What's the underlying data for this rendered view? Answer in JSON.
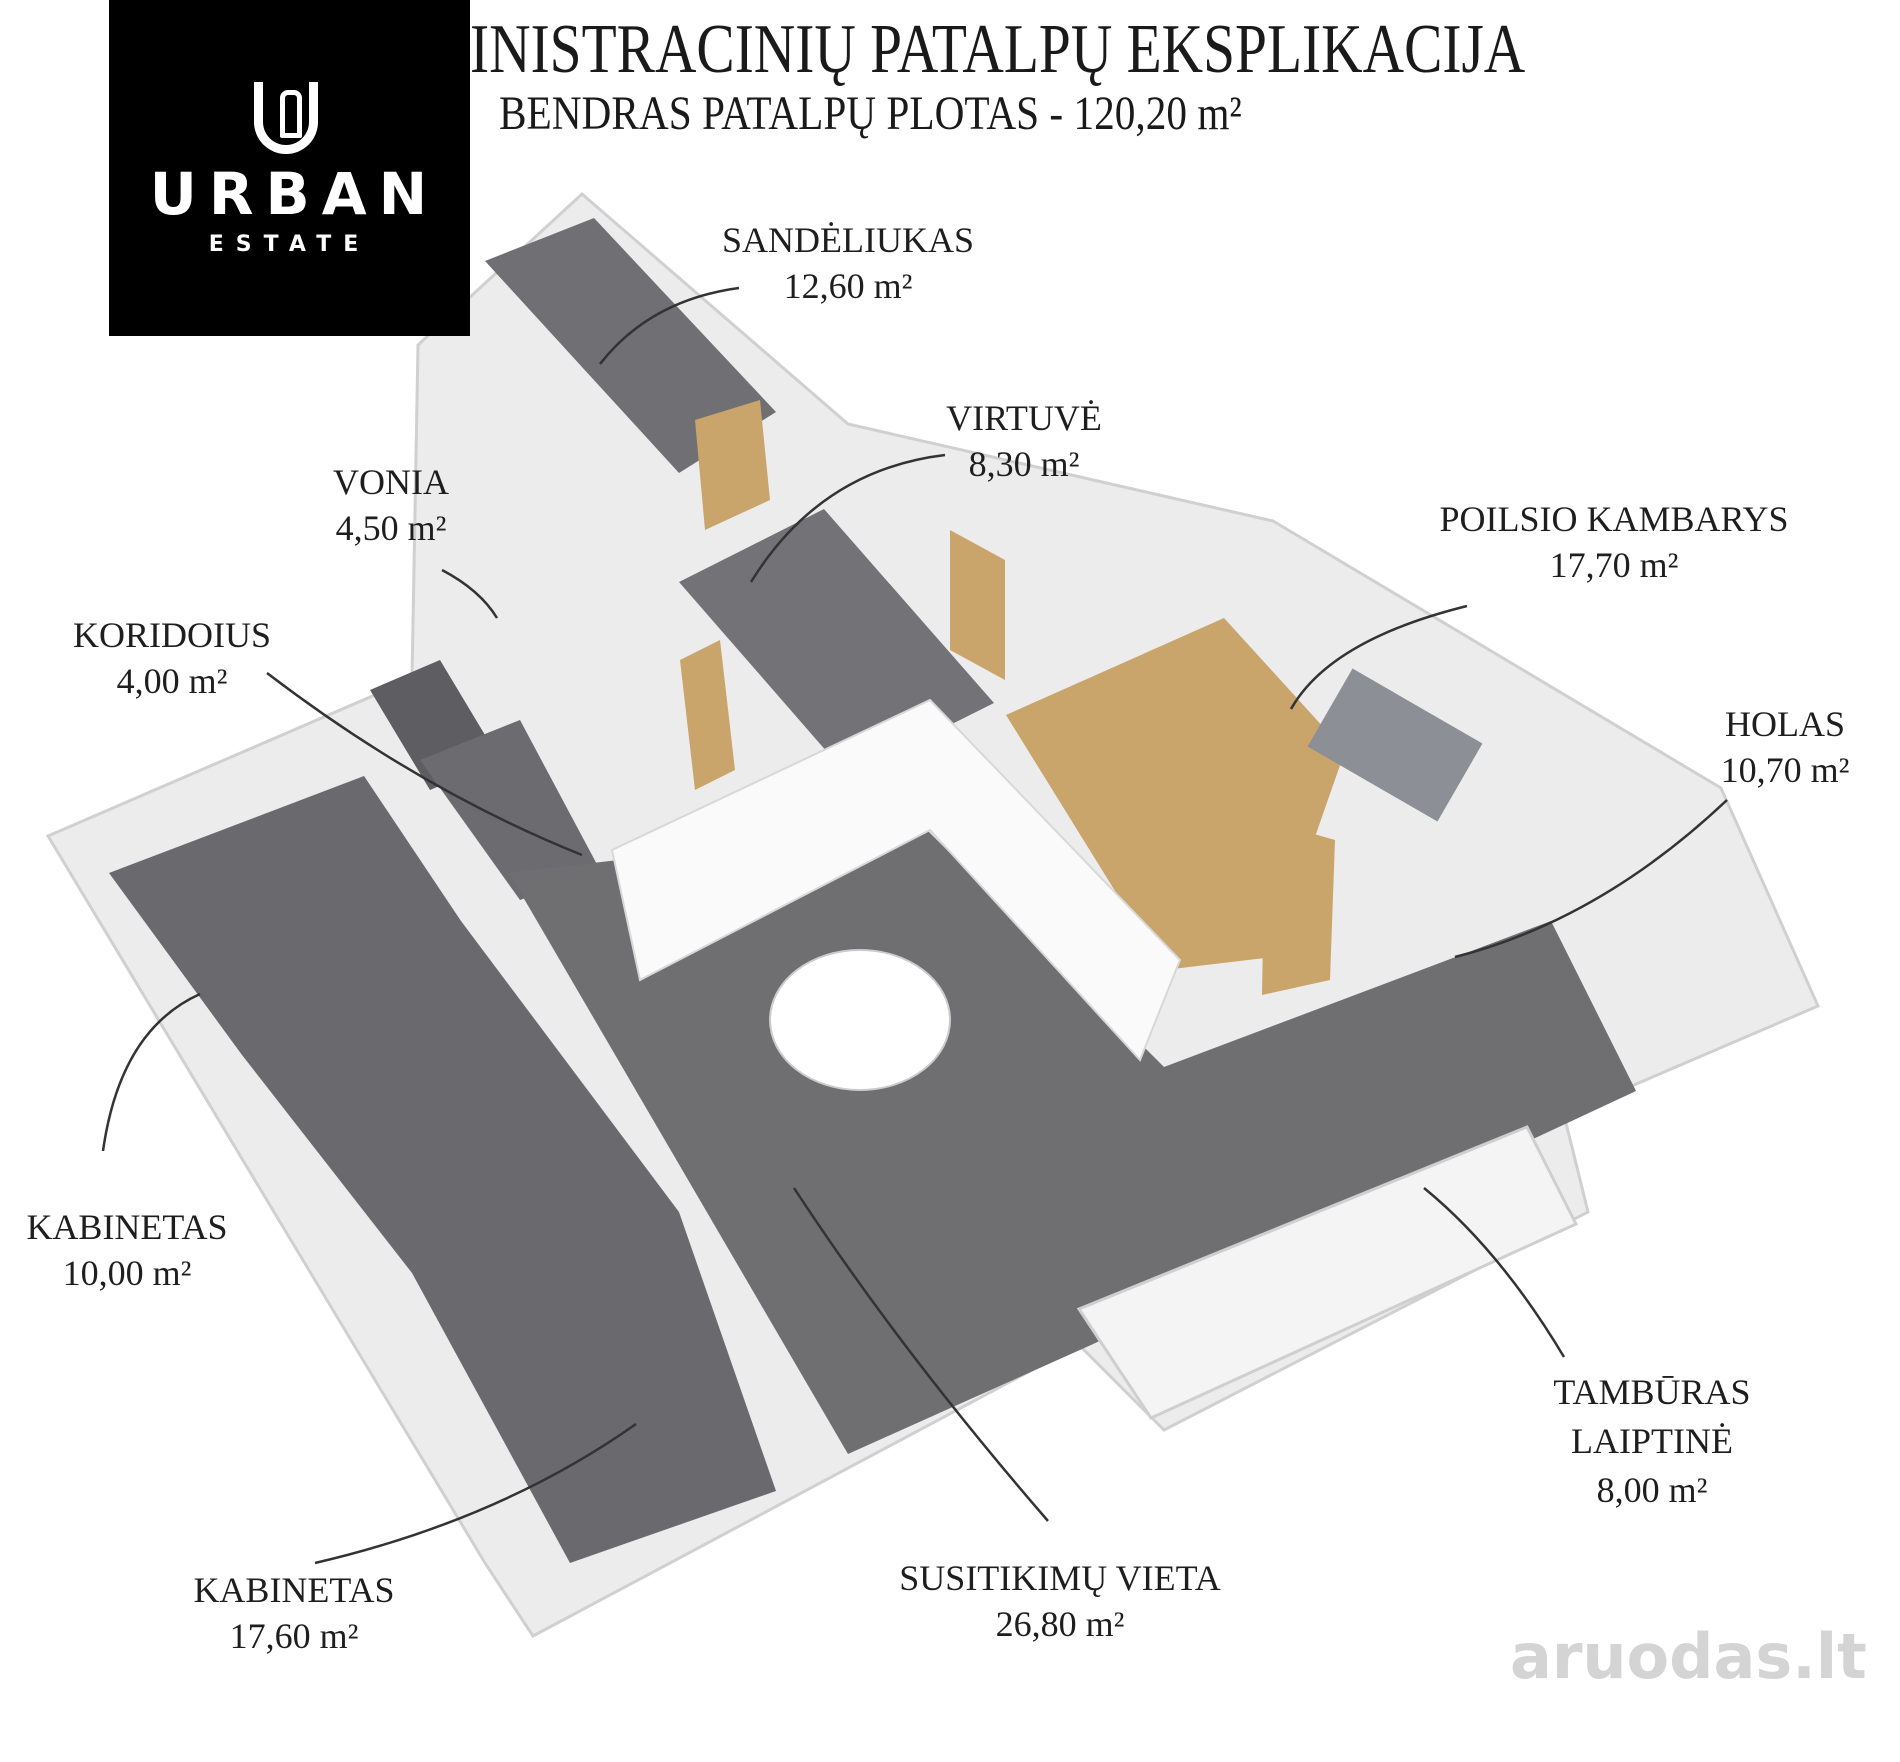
{
  "header": {
    "title": "INISTRACINIŲ PATALPŲ EKSPLIKACIJA",
    "subtitle": "BENDRAS PATALPŲ PLOTAS - 120,20 m²"
  },
  "logo": {
    "word": "URBAN",
    "sub": "ESTATE"
  },
  "rooms": [
    {
      "name": "SANDĖLIUKAS",
      "area": "12,60 m²"
    },
    {
      "name": "VIRTUVĖ",
      "area": "8,30 m²"
    },
    {
      "name": "VONIA",
      "area": "4,50 m²"
    },
    {
      "name": "POILSIO KAMBARYS",
      "area": "17,70 m²"
    },
    {
      "name": "KORIDOIUS",
      "area": "4,00 m²"
    },
    {
      "name": "HOLAS",
      "area": "10,70 m²"
    },
    {
      "name": "KABINETAS",
      "area": "10,00 m²"
    },
    {
      "name": "TAMBŪRAS",
      "name2": "LAIPTINĖ",
      "area": "8,00 m²"
    },
    {
      "name": "KABINETAS",
      "area": "17,60 m²"
    },
    {
      "name": "SUSITIKIMŲ VIETA",
      "area": "26,80 m²"
    }
  ],
  "watermark": "aruodas.lt",
  "colors": {
    "floor": "#6f6f72",
    "wood": "#c9a46b",
    "wall": "#f2f2f2",
    "logo_bg": "#000000"
  }
}
